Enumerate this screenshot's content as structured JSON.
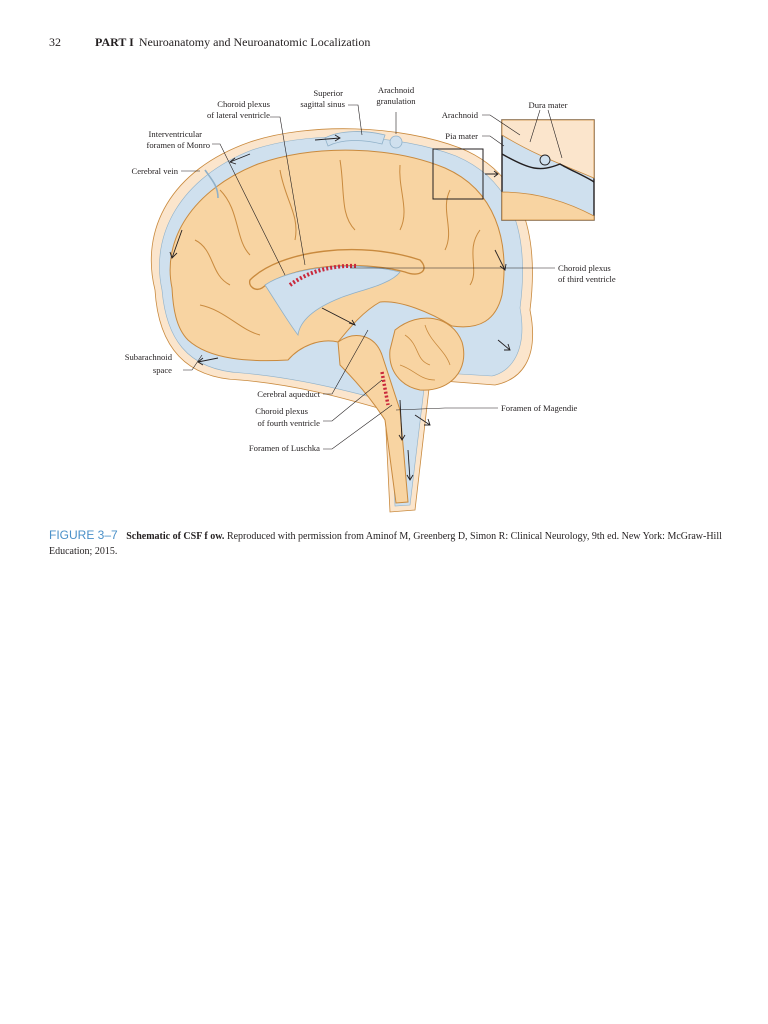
{
  "header": {
    "page_number": "32",
    "part_label": "PART I",
    "part_title": "Neuroanatomy and Neuroanatomic Localization"
  },
  "figure": {
    "labels": {
      "choroid_lateral_1": "Choroid plexus",
      "choroid_lateral_2": "of lateral ventricle",
      "superior_sinus_1": "Superior",
      "superior_sinus_2": "sagittal sinus",
      "arachnoid_gran_1": "Arachnoid",
      "arachnoid_gran_2": "granulation",
      "interventricular_1": "Interventricular",
      "interventricular_2": "foramen of Monro",
      "cerebral_vein": "Cerebral vein",
      "arachnoid": "Arachnoid",
      "pia_mater": "Pia mater",
      "dura_mater": "Dura mater",
      "choroid_third_1": "Choroid plexus",
      "choroid_third_2": "of third ventricle",
      "subarachnoid_1": "Subarachnoid",
      "subarachnoid_2": "space",
      "cerebral_aqueduct": "Cerebral aqueduct",
      "choroid_fourth_1": "Choroid plexus",
      "choroid_fourth_2": "of fourth ventricle",
      "foramen_magendie": "Foramen of Magendie",
      "foramen_luschka": "Foramen of Luschka"
    },
    "colors": {
      "brain": "#f8d4a2",
      "brain_outline": "#c98a3e",
      "csf": "#cfe0ee",
      "dura": "#fbe5cc",
      "choroid": "#c9283b",
      "line": "#231f20"
    }
  },
  "caption": {
    "figure_number": "FIGURE 3–7",
    "title": "Schematic of CSF f ow.",
    "text": "Reproduced with permission from Aminof  M, Greenberg D, Simon R: Clinical Neurology, 9th ed. New York: McGraw-Hill Education; 2015."
  }
}
